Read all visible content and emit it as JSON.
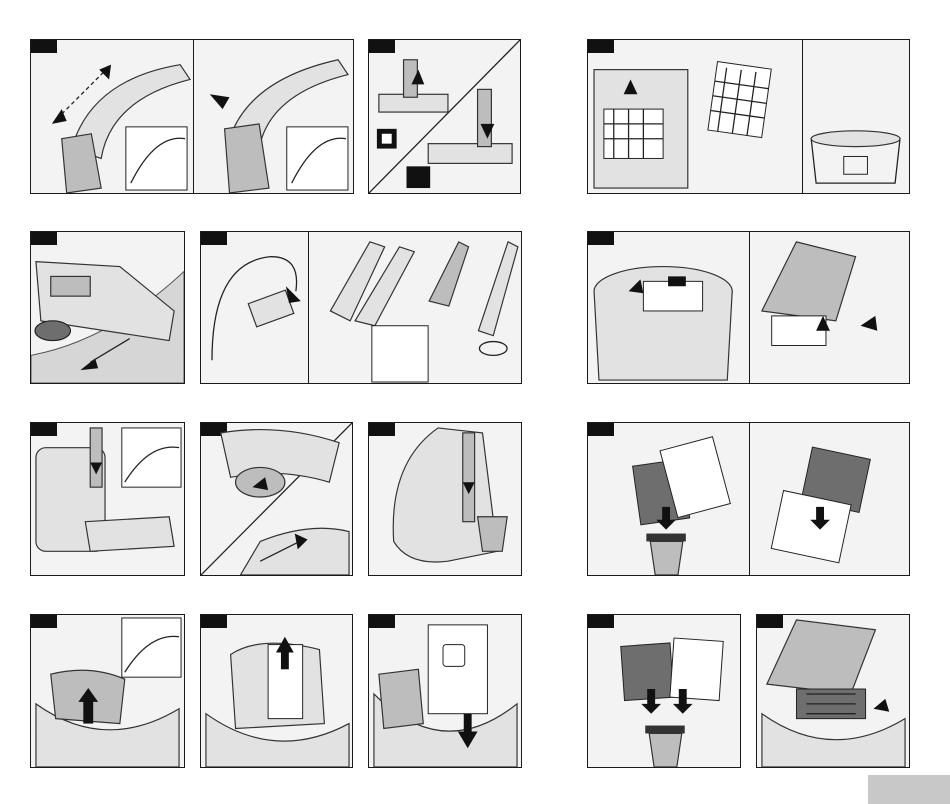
{
  "document": {
    "panels": [
      {
        "id": "p1",
        "icon": "hose-handle-adjust-icon"
      },
      {
        "id": "p2",
        "icon": "floor-nozzle-switch-icon"
      },
      {
        "id": "p3",
        "icon": "filter-removal-icon"
      },
      {
        "id": "p4",
        "icon": "floor-nozzle-carpet-icon"
      },
      {
        "id": "p5",
        "icon": "hose-accessories-icon"
      },
      {
        "id": "p6",
        "icon": "filter-cover-open-icon"
      },
      {
        "id": "p7",
        "icon": "parking-position-icon"
      },
      {
        "id": "p8",
        "icon": "cord-rewind-icon"
      },
      {
        "id": "p9",
        "icon": "storage-position-icon"
      },
      {
        "id": "p10",
        "icon": "filter-disposal-icon"
      },
      {
        "id": "p11",
        "icon": "lid-open-icon"
      },
      {
        "id": "p12",
        "icon": "bag-removal-icon"
      },
      {
        "id": "p13",
        "icon": "bag-insert-icon"
      },
      {
        "id": "p14",
        "icon": "filter-replace-icon"
      },
      {
        "id": "p15",
        "icon": "filter-insert-icon"
      }
    ]
  }
}
